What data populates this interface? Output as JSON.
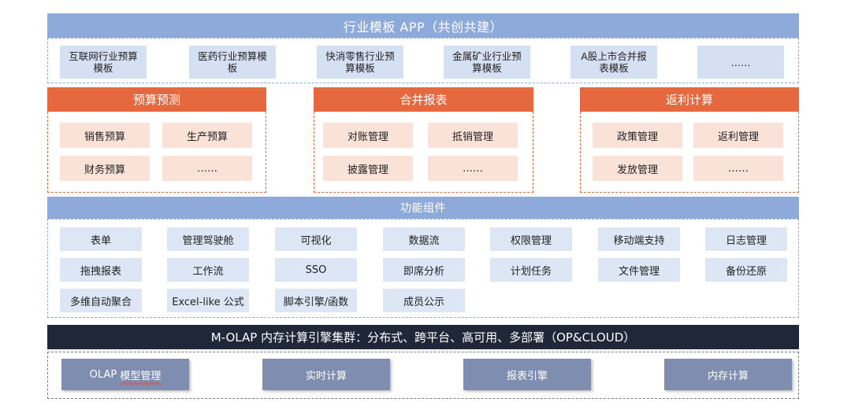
{
  "industry": {
    "title": "行业模板 APP（共创共建）",
    "templates": [
      "互联网行业预算\n模板",
      "医药行业预算模\n板",
      "快消零售行业预\n算模板",
      "金属矿业行业预\n算模板",
      "A股上市合并报\n表模板",
      "……"
    ]
  },
  "modules": [
    {
      "title": "预算预测",
      "items": [
        "销售预算",
        "生产预算",
        "财务预算",
        "……"
      ]
    },
    {
      "title": "合并报表",
      "items": [
        "对账管理",
        "抵销管理",
        "披露管理",
        "……"
      ]
    },
    {
      "title": "返利计算",
      "items": [
        "政策管理",
        "返利管理",
        "发放管理",
        "……"
      ]
    }
  ],
  "components": {
    "title": "功能组件",
    "rows": [
      [
        "表单",
        "管理驾驶舱",
        "可视化",
        "数据流",
        "权限管理",
        "移动端支持",
        "日志管理"
      ],
      [
        "拖拽报表",
        "工作流",
        "SSO",
        "即席分析",
        "计划任务",
        "文件管理",
        "备份还原"
      ],
      [
        "多维自动聚合",
        "Excel-like 公式",
        "脚本引擎/函数",
        "成员公示"
      ]
    ]
  },
  "engine": {
    "title": "M-OLAP 内存计算引擎集群：分布式、跨平台、高可用、多部署（OP&CLOUD）",
    "items": [
      {
        "prefix": "OLAP ",
        "rest": "模型管理"
      },
      {
        "prefix": "",
        "rest": "实时计算"
      },
      {
        "prefix": "",
        "rest": "报表引擎"
      },
      {
        "prefix": "",
        "rest": "内存计算"
      }
    ]
  }
}
